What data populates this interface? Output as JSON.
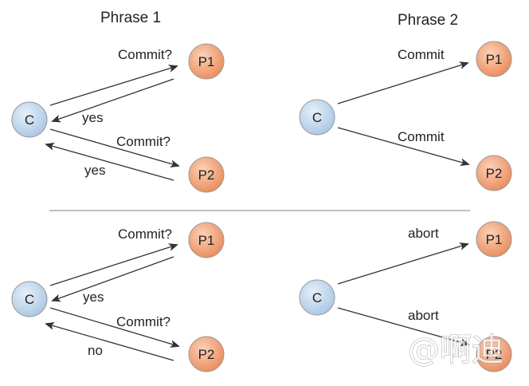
{
  "titles": {
    "phase1": "Phrase 1",
    "phase2": "Phrase 2"
  },
  "colors": {
    "coordinator_fill_light": "#e6f0fa",
    "coordinator_fill_dark": "#a9c6e2",
    "participant_fill_light": "#fbd2b8",
    "participant_fill_dark": "#ea8a5a",
    "node_stroke": "#9a9a9a",
    "arrow": "#333333",
    "divider": "#bfbfbf"
  },
  "nodes": {
    "top_left": {
      "c": "C",
      "p1": "P1",
      "p2": "P2"
    },
    "top_right": {
      "c": "C",
      "p1": "P1",
      "p2": "P2"
    },
    "bottom_left": {
      "c": "C",
      "p1": "P1",
      "p2": "P2"
    },
    "bottom_right": {
      "c": "C",
      "p1": "P1",
      "p2": "P2"
    }
  },
  "labels": {
    "top_left": {
      "to_p1": "Commit?",
      "from_p1": "yes",
      "to_p2": "Commit?",
      "from_p2": "yes"
    },
    "top_right": {
      "to_p1": "Commit",
      "to_p2": "Commit"
    },
    "bottom_left": {
      "to_p1": "Commit?",
      "from_p1": "yes",
      "to_p2": "Commit?",
      "from_p2": "no"
    },
    "bottom_right": {
      "to_p1": "abort",
      "to_p2": "abort"
    }
  },
  "watermark": "@啊迪"
}
